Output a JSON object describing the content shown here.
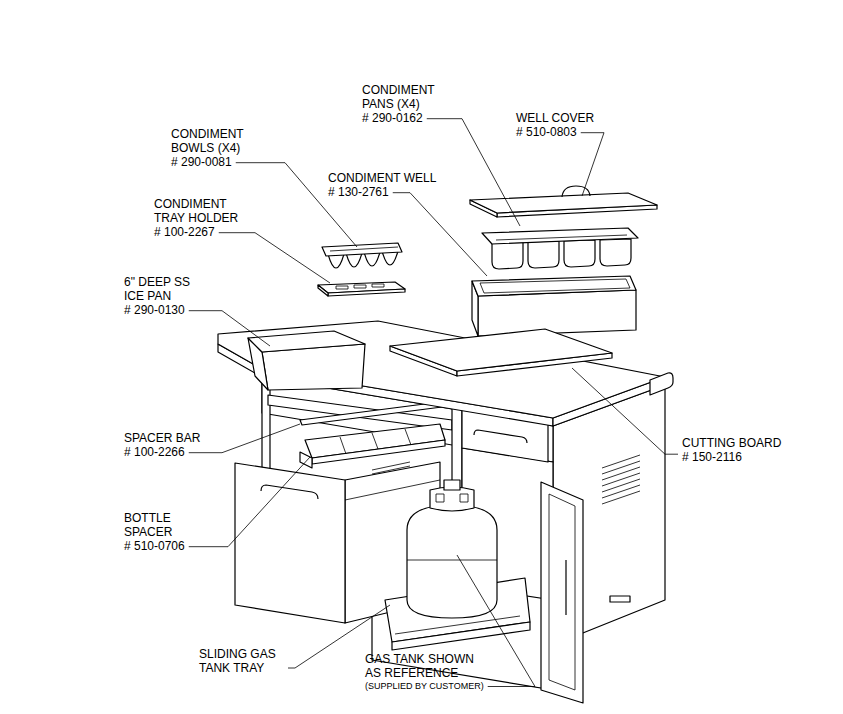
{
  "diagram": {
    "labels": [
      "CONDIMENT PANS (X4)",
      "# 290-0162",
      "WELL COVER",
      "# 510-0803",
      "CONDIMENT BOWLS (X4)",
      "# 290-0081",
      "CONDIMENT WELL",
      "# 130-2761",
      "CONDIMENT TRAY HOLDER",
      "# 100-2267",
      "6\" DEEP SS ICE PAN",
      "# 290-0130",
      "SPACER BAR",
      "# 100-2266",
      "BOTTLE SPACER",
      "# 510-0706",
      "CUTTING BOARD",
      "# 150-2116",
      "SLIDING GAS TANK TRAY",
      "GAS TANK SHOWN AS REFERENCE",
      "(SUPPLIED BY CUSTOMER)"
    ]
  }
}
